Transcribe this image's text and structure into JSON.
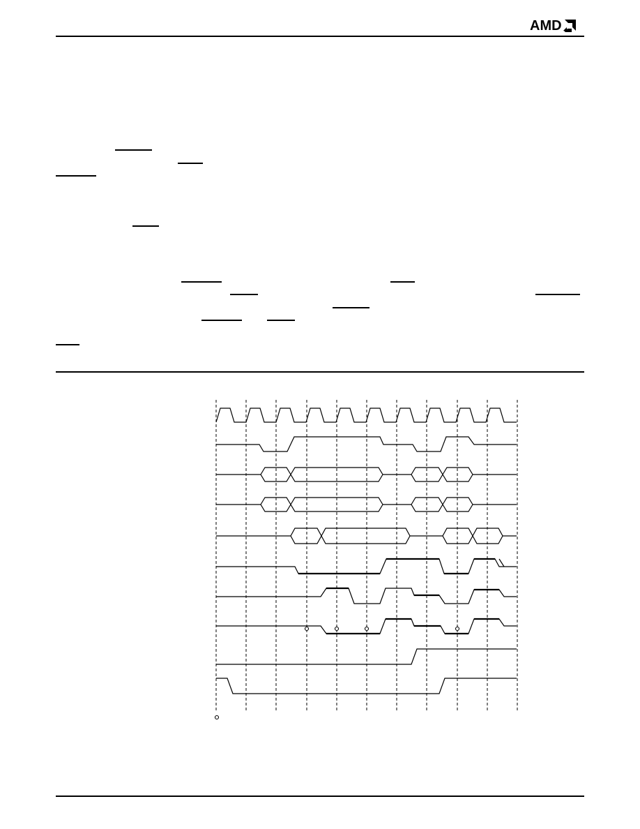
{
  "header": {
    "logo": "AMD",
    "logo_icon": "amd-arrow-logo"
  },
  "timing_diagram": {
    "signals": [
      {
        "id": "clock",
        "type": "clock"
      },
      {
        "id": "sig-1",
        "type": "level"
      },
      {
        "id": "bus-1",
        "type": "bus"
      },
      {
        "id": "bus-2",
        "type": "bus"
      },
      {
        "id": "bus-3",
        "type": "bus"
      },
      {
        "id": "sig-6",
        "type": "level"
      },
      {
        "id": "sig-7",
        "type": "level"
      },
      {
        "id": "sig-8",
        "type": "level"
      },
      {
        "id": "sig-9",
        "type": "level"
      },
      {
        "id": "sig-10",
        "type": "level"
      }
    ],
    "clock_cycles": 10,
    "sample_point_marker": "circle"
  }
}
